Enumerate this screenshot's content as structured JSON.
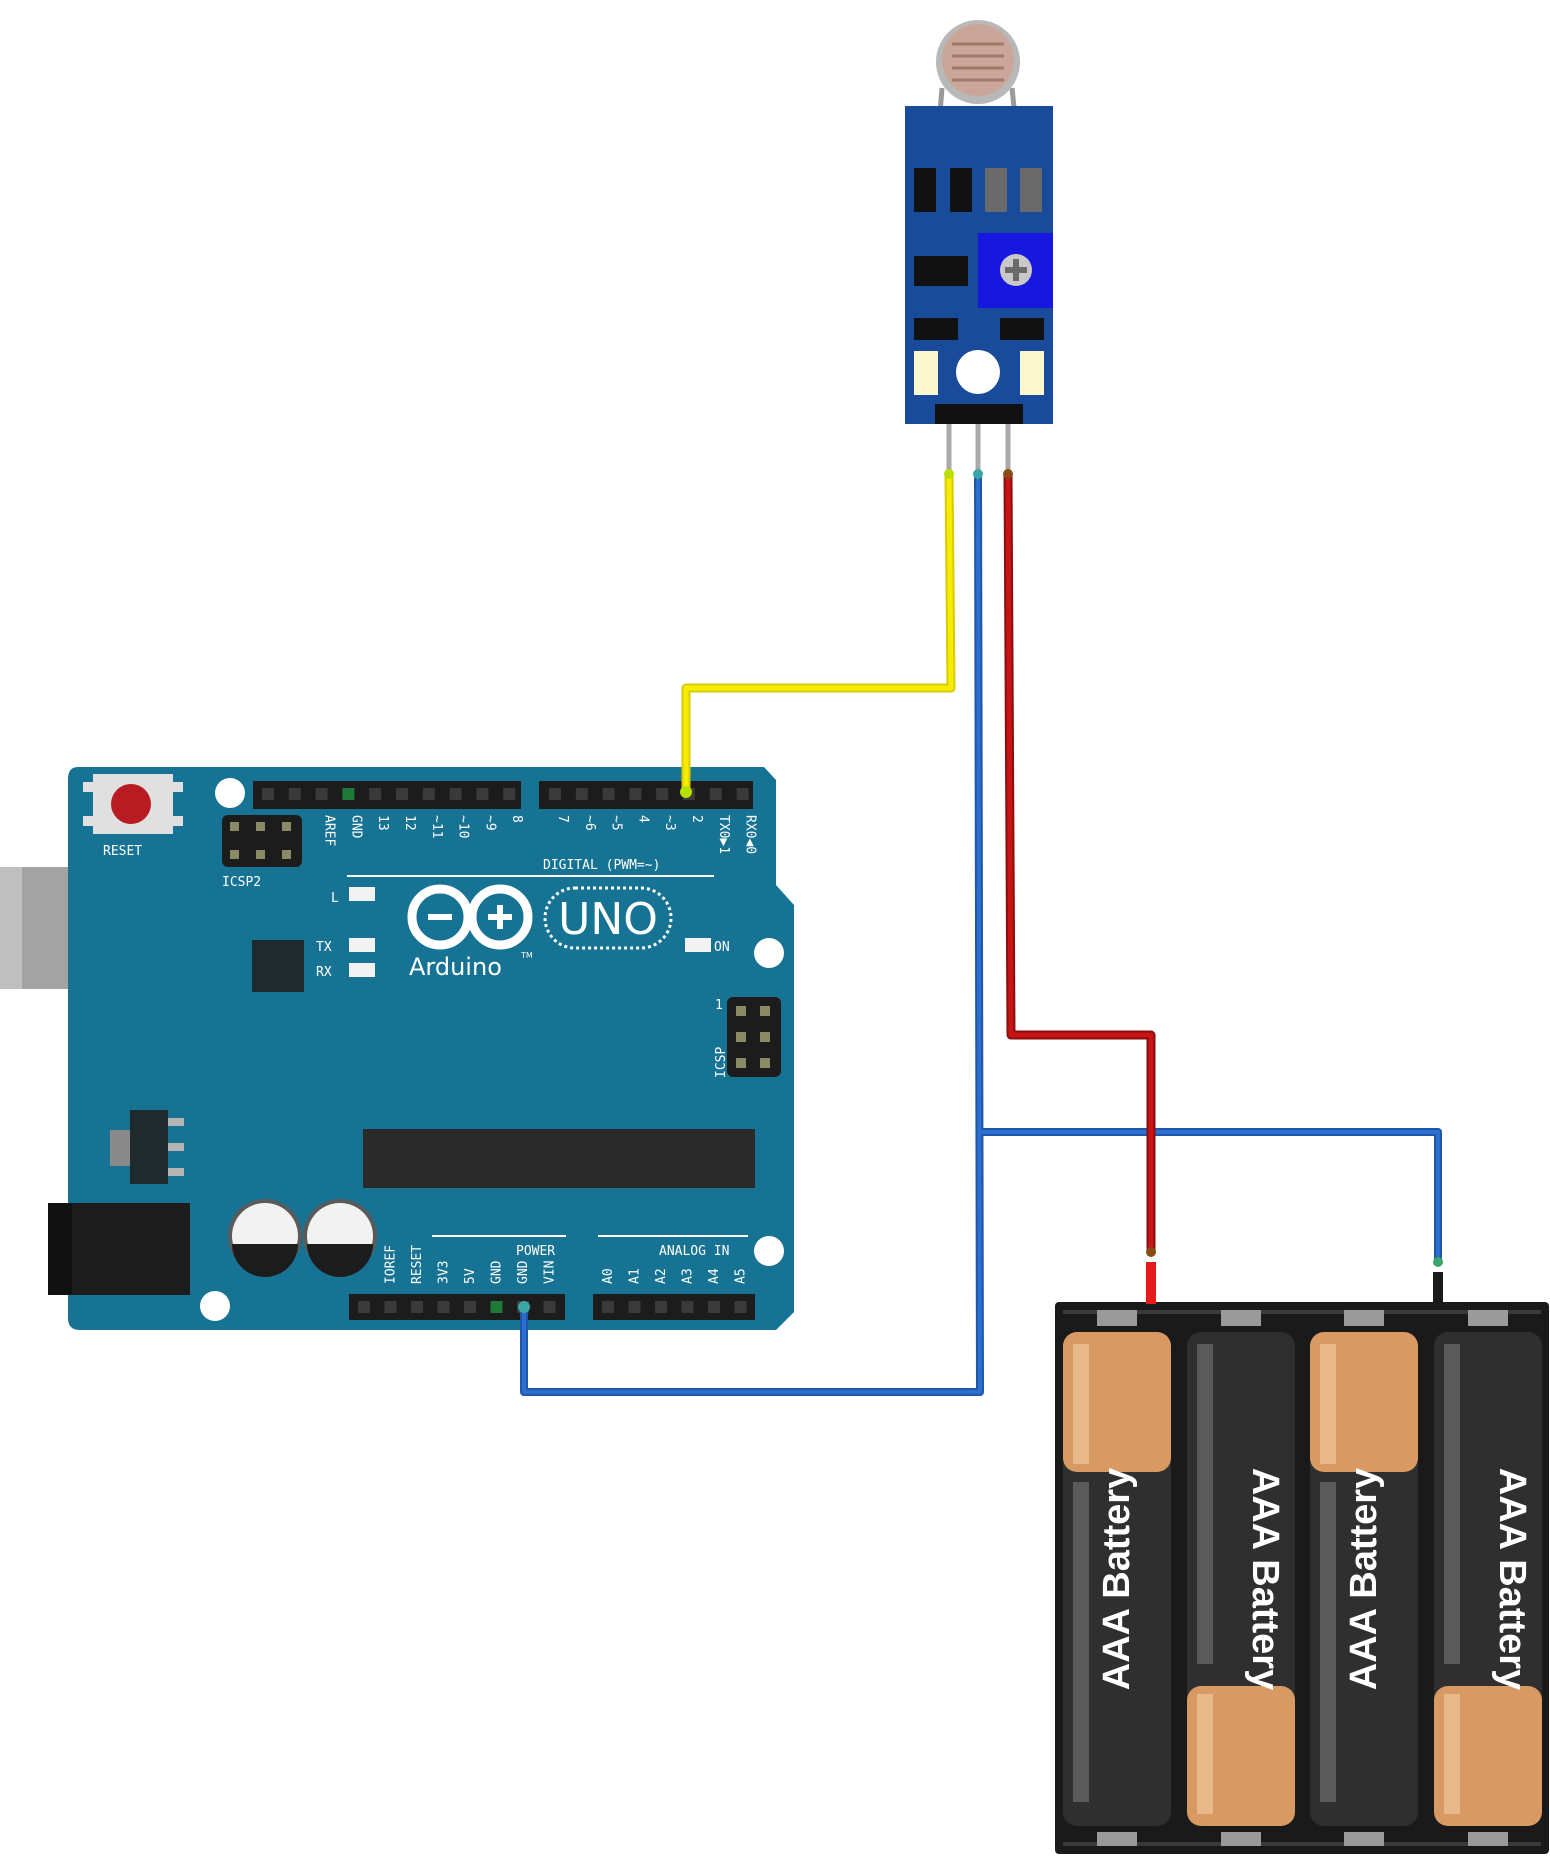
{
  "colors": {
    "background": "#ffffff",
    "board": "#177394",
    "board_dark": "#0f5f7c",
    "header": "#1c1c1c",
    "sensor_pcb": "#1a4a9a",
    "sensor_pot": "#1717e0",
    "wire_signal": "#f6ec00",
    "wire_ground": "#2b6fd0",
    "wire_power": "#c81414",
    "battery_body": "#2f2f2f",
    "battery_cap": "#d89a62",
    "battery_holder": "#1a1a1a"
  },
  "arduino": {
    "reset_label": "RESET",
    "icsp2_label": "ICSP2",
    "icsp_label": "ICSP",
    "icsp_pin1": "1",
    "led_l": "L",
    "led_tx": "TX",
    "led_rx": "RX",
    "led_on": "ON",
    "brand": "Arduino",
    "model": "UNO",
    "tm": "TM",
    "digital_label": "DIGITAL (PWM=~)",
    "power_label": "POWER",
    "analog_label": "ANALOG IN",
    "top_pins": [
      "AREF",
      "GND",
      "13",
      "12",
      "~11",
      "~10",
      "~9",
      "8",
      "7",
      "~6",
      "~5",
      "4",
      "~3",
      "2",
      "TX0▶1",
      "RX0◀0"
    ],
    "power_pins": [
      "IOREF",
      "RESET",
      "3V3",
      "5V",
      "GND",
      "GND",
      "VIN"
    ],
    "analog_pins": [
      "A0",
      "A1",
      "A2",
      "A3",
      "A4",
      "A5"
    ]
  },
  "batteries": [
    {
      "label": "AAA Battery"
    },
    {
      "label": "AAA Battery"
    },
    {
      "label": "AAA Battery"
    },
    {
      "label": "AAA Battery"
    }
  ],
  "icons": [
    "arduino-logo-icon",
    "ldr-photoresistor-icon",
    "potentiometer-icon"
  ]
}
